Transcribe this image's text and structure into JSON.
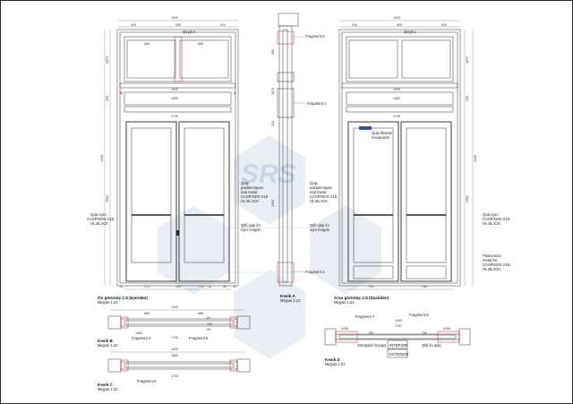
{
  "watermark": "SRS",
  "front_view": {
    "total_width": "1920",
    "title_lines": [
      "Ön görünüş 1:5 (Içeriden)",
      "Miqyas 1:22"
    ],
    "transom_label": "Qeyd 1",
    "dims_top": [
      "510",
      "905",
      "510"
    ],
    "dims_mid": [
      "1920",
      "1800",
      "1700"
    ],
    "transom_sub": [
      "686",
      "686"
    ],
    "bottom_dims": [
      "772",
      "120",
      "772",
      "30"
    ],
    "height_dims": [
      "1870",
      "330",
      "2900",
      "4100"
    ],
    "left_label": [
      "Qulp içəri",
      "CASPINOX X18",
      "HL BLACK"
    ],
    "right_label_upper": [
      "Qulp",
      "paslanmayan",
      "mat metal",
      "CASPINOX X18",
      "HL BLACK"
    ],
    "right_label_lower": [
      "Qifil qulp ilə",
      "eyni rəngdə"
    ],
    "markers": [
      "B",
      "A",
      "C",
      "A",
      "C"
    ]
  },
  "section_a": {
    "title_lines": [
      "Kəsik A",
      "Miqyas 1:22"
    ],
    "fragments": [
      "Fragment 2",
      "Fragment 1",
      "Fragment 3"
    ],
    "dims": [
      "350",
      "1870",
      "330",
      "2900"
    ]
  },
  "rear_view": {
    "total_width": "1920",
    "title_lines": [
      "Arxa görünüş 1:5 (Daxilden)",
      "Miqyas 1:22"
    ],
    "transom_label": "Qeyd 1",
    "dims_top": [
      "510",
      "905",
      "510"
    ],
    "dims_mid": [
      "1920",
      "1800",
      "1700"
    ],
    "handle_note": [
      "Qulp fikseter",
      "mexanizmi"
    ],
    "bottom_dims": [
      "765",
      "765"
    ],
    "right_label_upper": [
      "Qulp içəri",
      "CASPINOX X18",
      "HL BLACK"
    ],
    "right_label_lower": [
      "Paslanmaz",
      "metal list",
      "CASPINOX X18",
      "HL BLACK"
    ],
    "left_label_upper": [
      "Qulp",
      "paslanmayan",
      "mat metal",
      "CASPINOX X18",
      "HL BLACK"
    ],
    "left_label_lower": [
      "Qifil qulp ilə",
      "eyni rəngdə"
    ],
    "height_dims": [
      "1870",
      "330",
      "2900",
      "4100"
    ]
  },
  "section_b": {
    "title_lines": [
      "Kəsik B",
      "Miqyas 1:22"
    ],
    "fragments": [
      "Fragment 4",
      "Fragment 5"
    ],
    "dims": [
      "1920",
      "686",
      "686",
      "1800",
      "1700",
      "120",
      "60",
      "60"
    ]
  },
  "section_c": {
    "title_lines": [
      "Kəsik C",
      "Miqyas 1:22"
    ],
    "fragments": [
      "Fragment 6"
    ],
    "dims": [
      "1920",
      "1800",
      "1700"
    ]
  },
  "section_d": {
    "fragments": [
      "Fragment 7",
      "Fragment 8"
    ],
    "labels": [
      "INTERIOR",
      "EXTERIOR"
    ],
    "notes": [
      "Sürüşdəli fırçaqış",
      "Qifil ilə qulp"
    ],
    "dims": [
      "1920",
      "1767",
      "4195",
      "4195",
      "765",
      "765"
    ],
    "title_lines": [
      "Kəsik D",
      "Miqyas 1:22"
    ]
  }
}
